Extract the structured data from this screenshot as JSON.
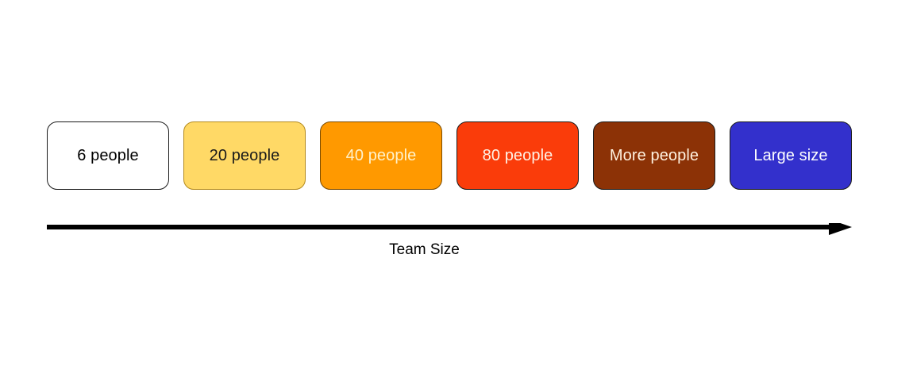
{
  "diagram": {
    "title_label": "Team Size",
    "axis": {
      "name": "arrow-axis",
      "direction": "left-to-right",
      "color": "#000000"
    },
    "stages": [
      {
        "label": "6 people",
        "fill": "#FFFFFF",
        "text_color": "#000000",
        "border": "#1A1A1A"
      },
      {
        "label": "20 people",
        "fill": "#FFD966",
        "text_color": "#1A1A1A",
        "border": "#B38A1E"
      },
      {
        "label": "40 people",
        "fill": "#FF9900",
        "text_color": "#FFF2CC",
        "border": "#7A4A00"
      },
      {
        "label": "80 people",
        "fill": "#FA3C0A",
        "text_color": "#FFF2E6",
        "border": "#1A1A1A"
      },
      {
        "label": "More people",
        "fill": "#8C3206",
        "text_color": "#FFF2E0",
        "border": "#1A1A1A"
      },
      {
        "label": "Large size",
        "fill": "#3330CC",
        "text_color": "#FFFFFF",
        "border": "#1A1A1A"
      }
    ]
  },
  "chart_data": {
    "type": "diagram",
    "title": "Team Size",
    "categories": [
      "6 people",
      "20 people",
      "40 people",
      "80 people",
      "More people",
      "Large size"
    ],
    "values": [
      6,
      20,
      40,
      80,
      null,
      null
    ],
    "xlabel": "Team Size",
    "ylabel": "",
    "legend": [],
    "notes": "Horizontal progression of six rounded rectangles above a left-to-right arrow labelled Team Size; fill colour darkens/saturates with increasing team size."
  }
}
